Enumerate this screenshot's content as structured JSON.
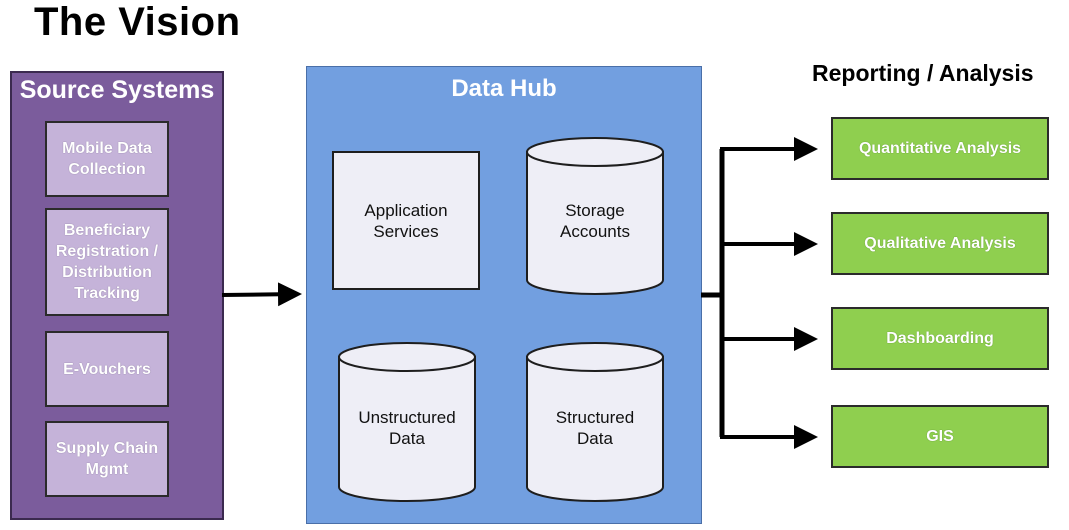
{
  "title": "The Vision",
  "source_systems": {
    "title": "Source Systems",
    "items": [
      "Mobile Data\nCollection",
      "Beneficiary\nRegistration /\nDistribution\nTracking",
      "E-Vouchers",
      "Supply Chain\nMgmt"
    ]
  },
  "data_hub": {
    "title": "Data Hub",
    "application_services": "Application\nServices",
    "storage_accounts": "Storage\nAccounts",
    "unstructured_data": "Unstructured\nData",
    "structured_data": "Structured\nData"
  },
  "reporting": {
    "title": "Reporting / Analysis",
    "items": [
      "Quantitative Analysis",
      "Qualitative Analysis",
      "Dashboarding",
      "GIS"
    ]
  },
  "colors": {
    "source_panel": "#7b5c9c",
    "source_item": "#c5b3d9",
    "hub_panel": "#729fe0",
    "report_item": "#8fcf4f"
  }
}
